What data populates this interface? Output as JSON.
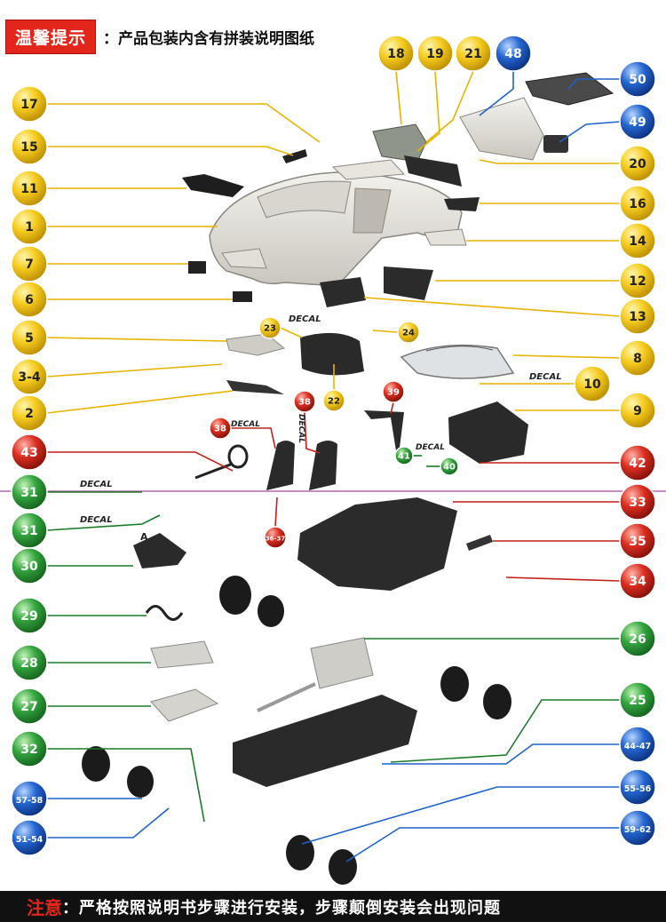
{
  "header": {
    "tag": "温馨提示",
    "text": "：产品包装内含有拼装说明图纸"
  },
  "footer": {
    "label": "注意",
    "text": "：严格按照说明书步骤进行安装，步骤颠倒安装会出现问题"
  },
  "palette": {
    "yellow": "#f3c21a",
    "green": "#2f9a3c",
    "red": "#d52a1f",
    "blue": "#1f62c9",
    "yellow_line": "#e6b400",
    "green_line": "#1a7a2a",
    "red_line": "#c0201a",
    "blue_line": "#1f62c9",
    "divider": "#b06aa8"
  },
  "decal_label": "DECAL",
  "part_letter_a": "A",
  "callouts": [
    {
      "label": "18",
      "color": "yellow"
    },
    {
      "label": "19",
      "color": "yellow"
    },
    {
      "label": "21",
      "color": "yellow"
    },
    {
      "label": "48",
      "color": "blue"
    },
    {
      "label": "50",
      "color": "blue"
    },
    {
      "label": "17",
      "color": "yellow"
    },
    {
      "label": "49",
      "color": "blue"
    },
    {
      "label": "15",
      "color": "yellow"
    },
    {
      "label": "20",
      "color": "yellow"
    },
    {
      "label": "11",
      "color": "yellow"
    },
    {
      "label": "16",
      "color": "yellow"
    },
    {
      "label": "1",
      "color": "yellow"
    },
    {
      "label": "14",
      "color": "yellow"
    },
    {
      "label": "7",
      "color": "yellow"
    },
    {
      "label": "12",
      "color": "yellow"
    },
    {
      "label": "6",
      "color": "yellow"
    },
    {
      "label": "13",
      "color": "yellow"
    },
    {
      "label": "23",
      "color": "yellow"
    },
    {
      "label": "24",
      "color": "yellow"
    },
    {
      "label": "5",
      "color": "yellow"
    },
    {
      "label": "8",
      "color": "yellow"
    },
    {
      "label": "3-4",
      "color": "yellow"
    },
    {
      "label": "10",
      "color": "yellow"
    },
    {
      "label": "22",
      "color": "yellow"
    },
    {
      "label": "2",
      "color": "yellow"
    },
    {
      "label": "39",
      "color": "red"
    },
    {
      "label": "9",
      "color": "yellow"
    },
    {
      "label": "38",
      "color": "red"
    },
    {
      "label": "38",
      "color": "red"
    },
    {
      "label": "43",
      "color": "red"
    },
    {
      "label": "41",
      "color": "green"
    },
    {
      "label": "40",
      "color": "green"
    },
    {
      "label": "42",
      "color": "red"
    },
    {
      "label": "31",
      "color": "green"
    },
    {
      "label": "33",
      "color": "red"
    },
    {
      "label": "31",
      "color": "green"
    },
    {
      "label": "36-37",
      "color": "red"
    },
    {
      "label": "35",
      "color": "red"
    },
    {
      "label": "30",
      "color": "green"
    },
    {
      "label": "34",
      "color": "red"
    },
    {
      "label": "29",
      "color": "green"
    },
    {
      "label": "26",
      "color": "green"
    },
    {
      "label": "28",
      "color": "green"
    },
    {
      "label": "27",
      "color": "green"
    },
    {
      "label": "25",
      "color": "green"
    },
    {
      "label": "32",
      "color": "green"
    },
    {
      "label": "44-47",
      "color": "blue"
    },
    {
      "label": "57-58",
      "color": "blue"
    },
    {
      "label": "55-56",
      "color": "blue"
    },
    {
      "label": "51-54",
      "color": "blue"
    },
    {
      "label": "59-62",
      "color": "blue"
    }
  ]
}
